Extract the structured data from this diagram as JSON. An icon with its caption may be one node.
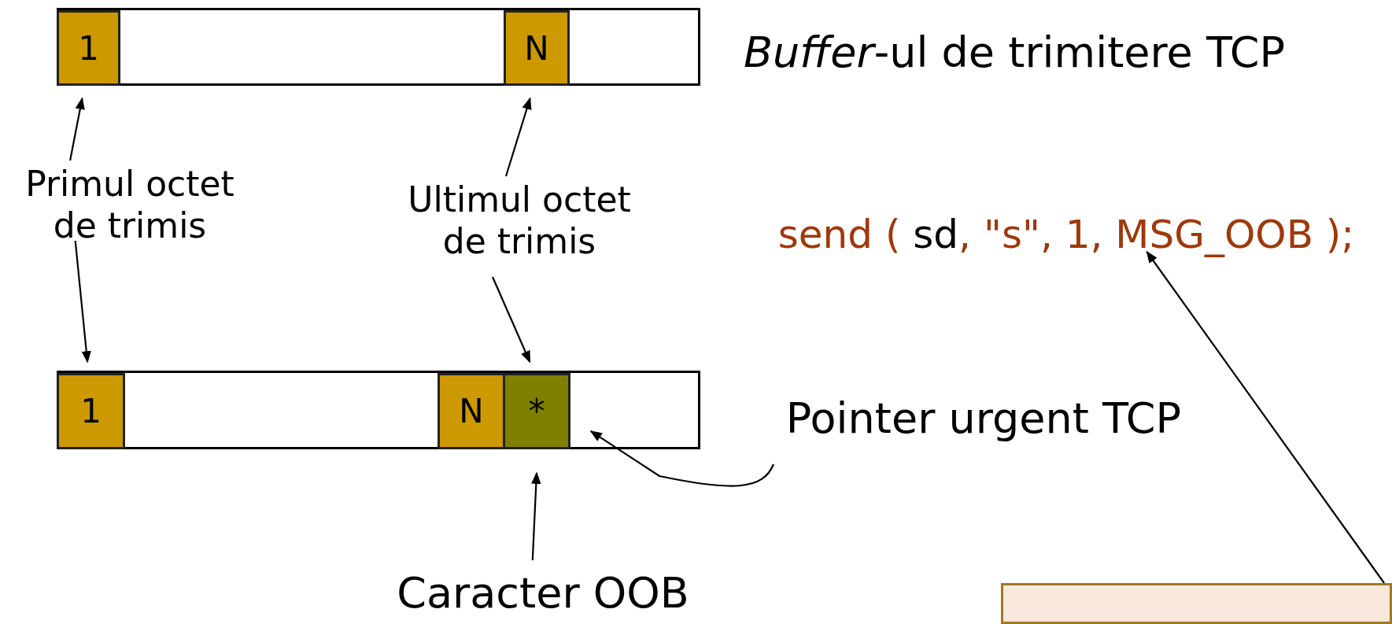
{
  "diagram": {
    "nodes": [
      {
        "text": [],
        "shape": "bar"
      },
      {
        "text": [
          "1"
        ],
        "in": 0
      },
      {
        "text": [
          "N"
        ],
        "in": 0
      },
      {
        "text": [
          "Primul octet de trimis"
        ]
      },
      {
        "text": [
          "Ultimul octet de trimis"
        ]
      },
      {
        "text": [],
        "shape": "bar"
      },
      {
        "text": [
          "1"
        ],
        "in": 5
      },
      {
        "text": [
          "N"
        ],
        "in": 5
      },
      {
        "text": [
          "*"
        ],
        "in": 5
      },
      {
        "text": [
          "Pointer urgent TCP"
        ]
      },
      {
        "text": [
          "Caracter OOB"
        ]
      },
      {
        "text": [
          "send ( **sd**, \"s\", 1, MSG_OOB );"
        ]
      },
      {
        "text": [],
        "shape": "box"
      }
    ],
    "edges": [
      {
        "from": 3,
        "to": 1,
        "arrow": "to"
      },
      {
        "from": 3,
        "to": 6,
        "arrow": "to"
      },
      {
        "from": 4,
        "to": 2,
        "arrow": "to"
      },
      {
        "from": 4,
        "to": 8,
        "arrow": "to"
      },
      {
        "from": 9,
        "to": 5,
        "arrow": "to"
      },
      {
        "from": 10,
        "to": 8,
        "arrow": "to"
      },
      {
        "from": 12,
        "to": 11,
        "arrow": "to"
      }
    ],
    "labels": [
      "*Buffer*-ul de trimitere TCP"
    ]
  }
}
